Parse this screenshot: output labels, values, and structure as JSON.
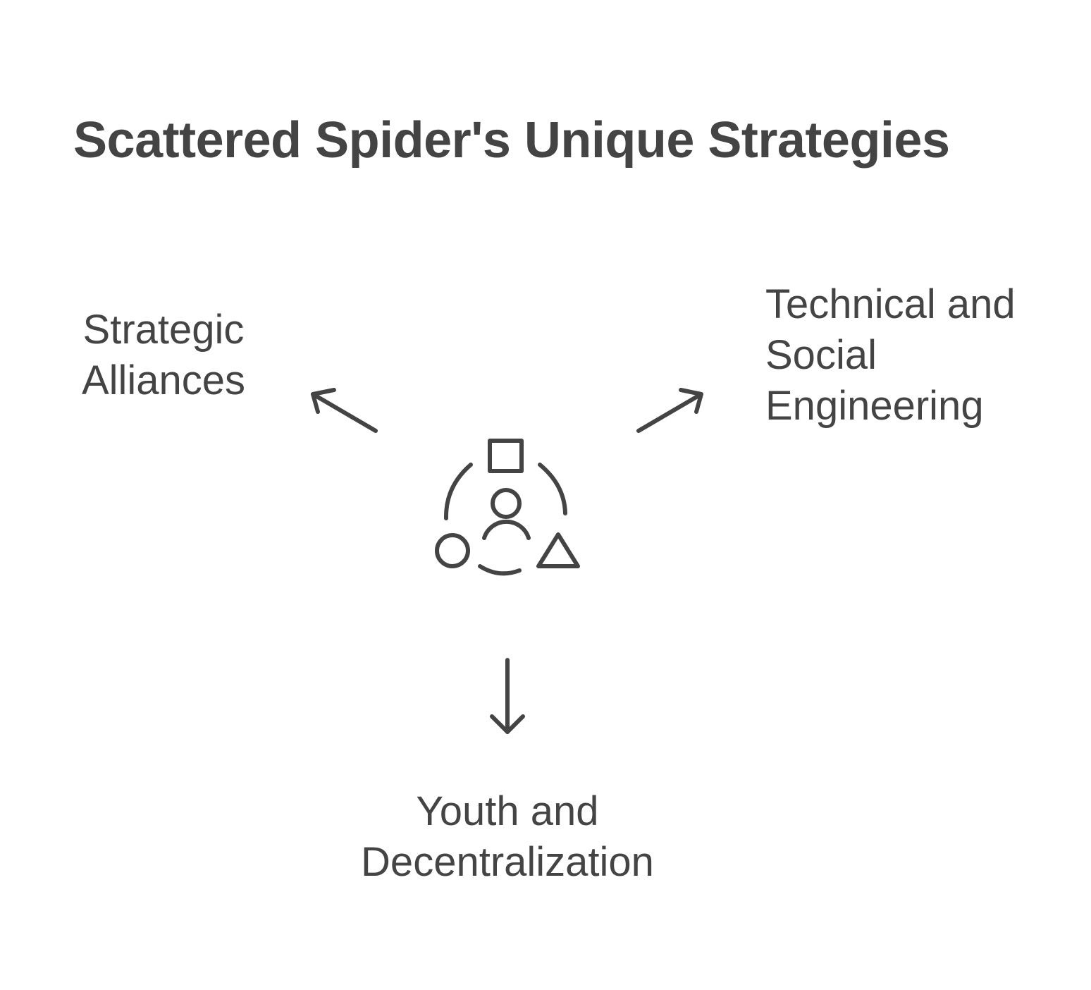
{
  "title": "Scattered Spider's Unique Strategies",
  "center": {
    "icon": "team-shapes-icon"
  },
  "branches": [
    {
      "direction": "up-left",
      "lines": [
        "Strategic",
        "Alliances"
      ]
    },
    {
      "direction": "up-right",
      "lines": [
        "Technical and",
        "Social",
        "Engineering"
      ]
    },
    {
      "direction": "down",
      "lines": [
        "Youth and",
        "Decentralization"
      ]
    }
  ],
  "colors": {
    "text": "#444444",
    "stroke": "#444444",
    "background": "#ffffff"
  }
}
